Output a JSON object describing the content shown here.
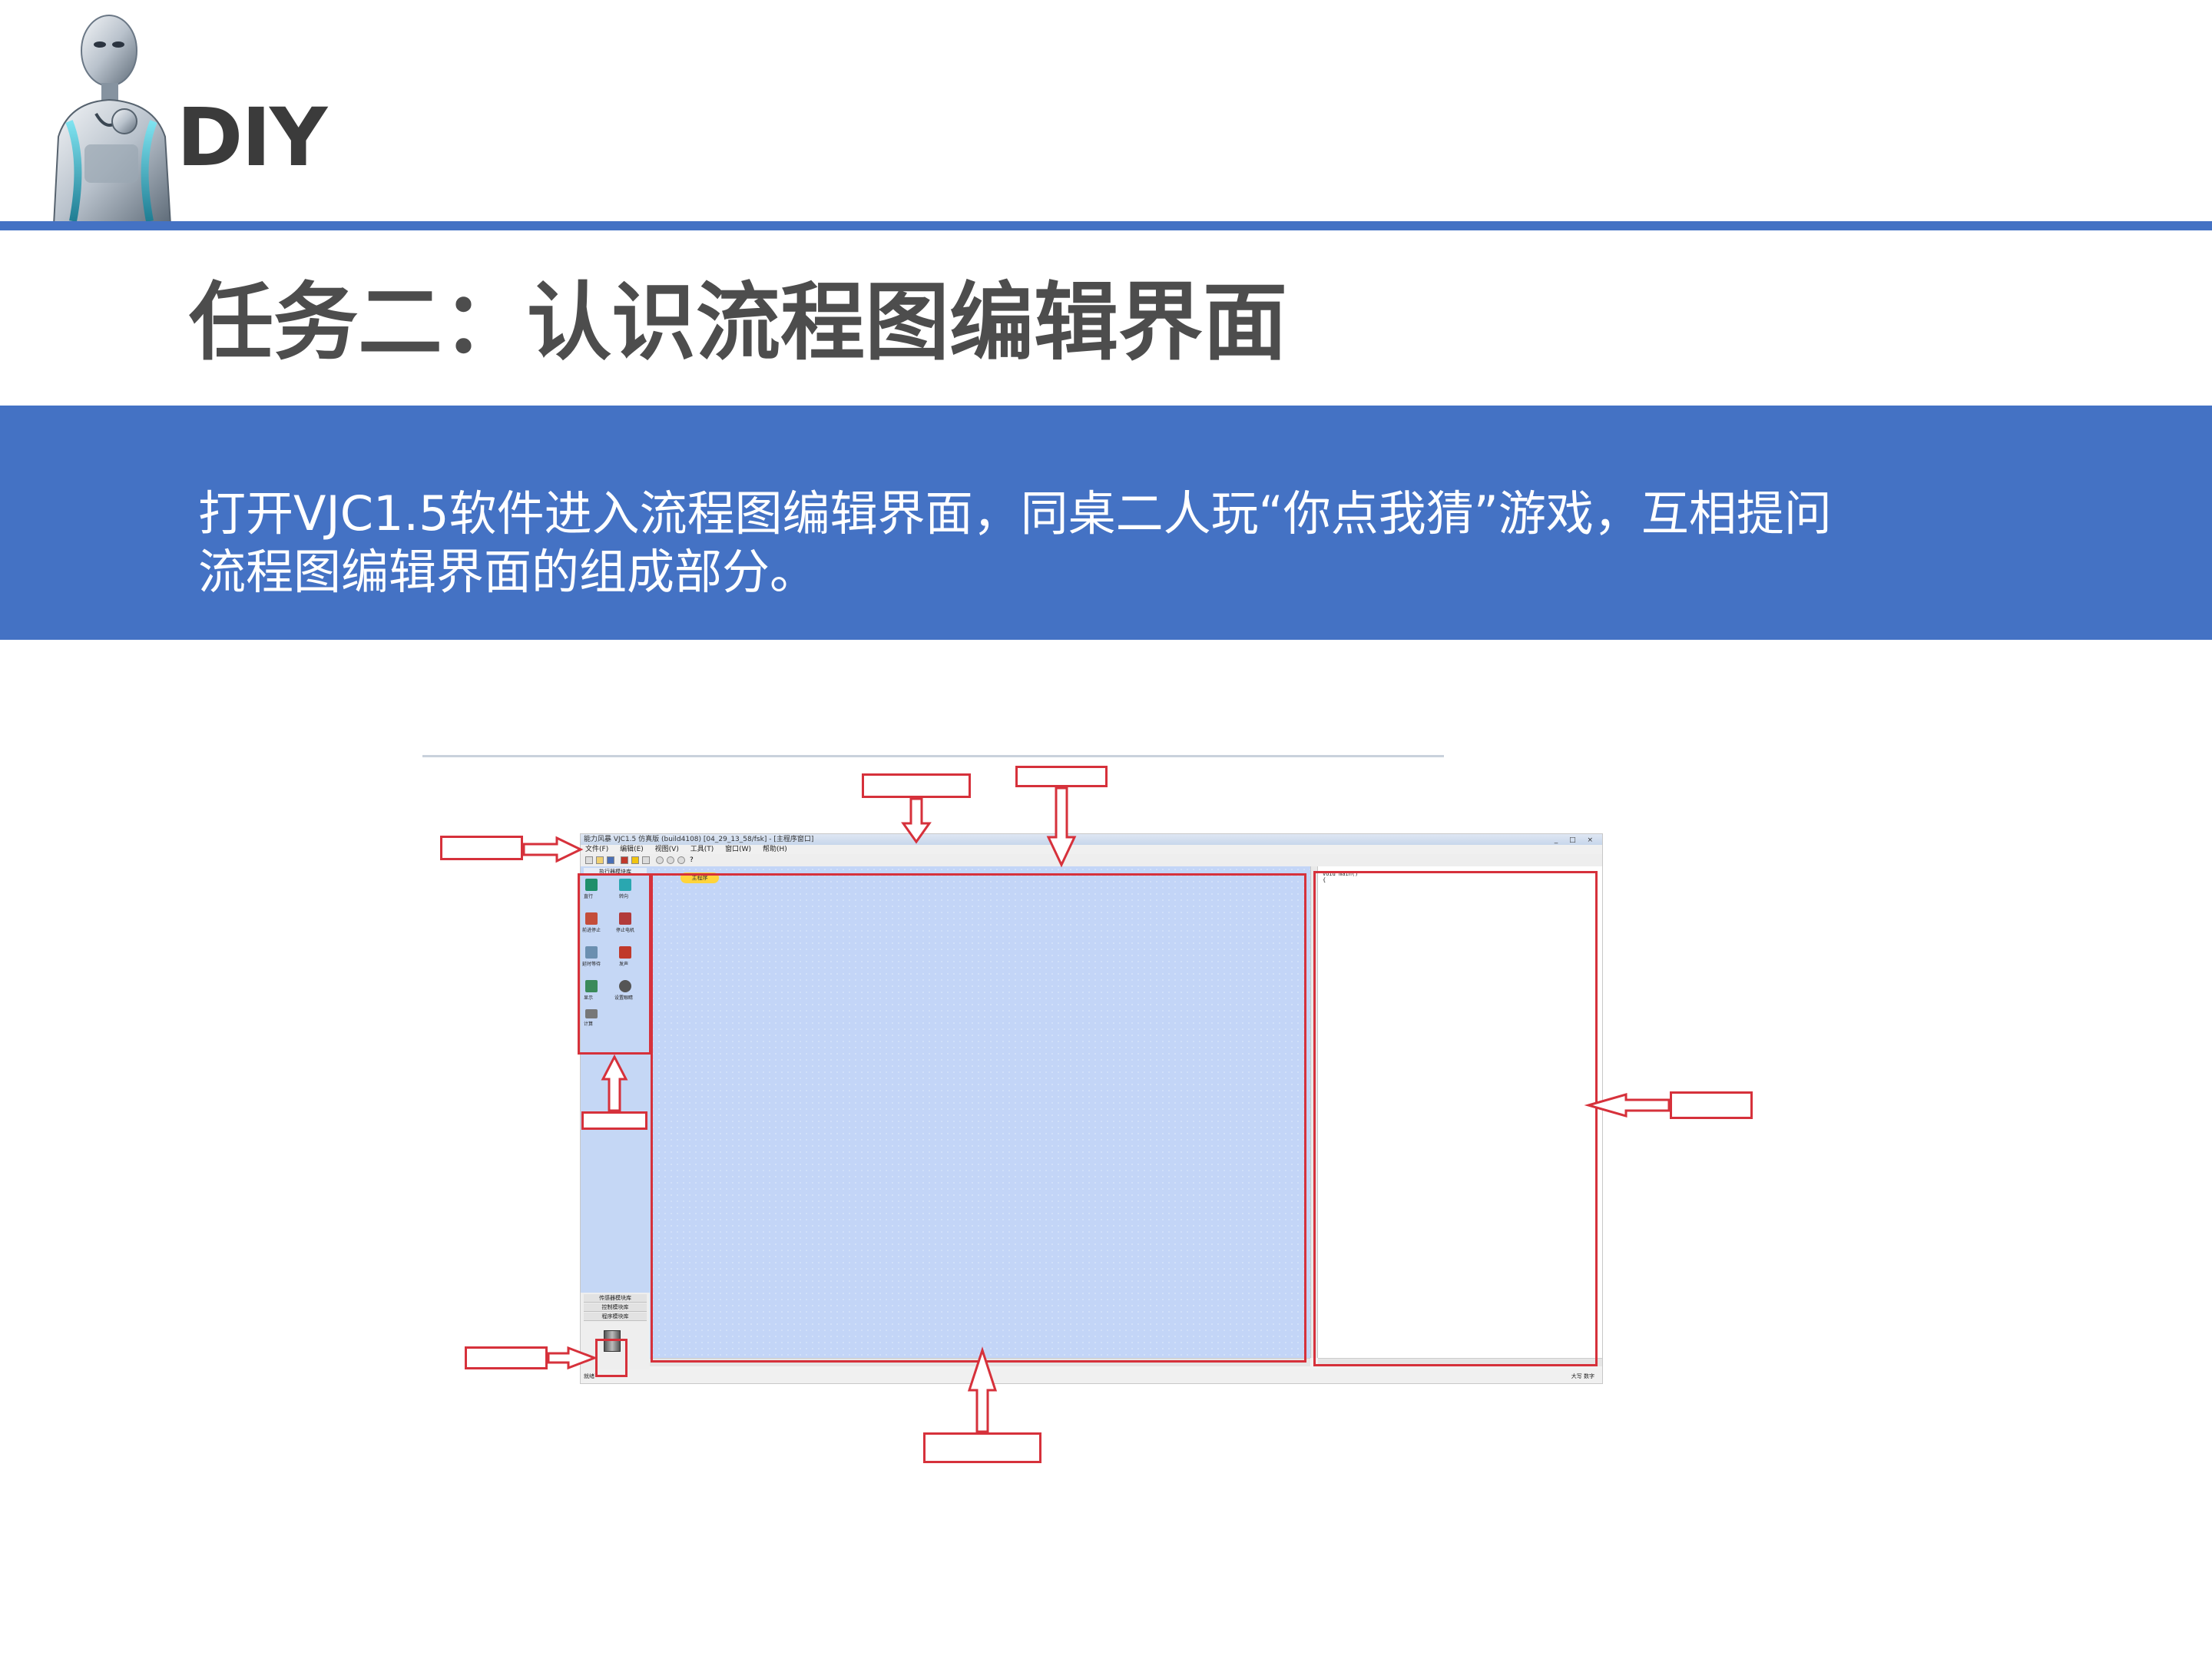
{
  "brand": {
    "logo": "robot-logo",
    "text": "DIY"
  },
  "title": "任务二：认识流程图编辑界面",
  "banner": {
    "line1": "打开VJC1.5软件进入流程图编辑界面，同桌二人玩“你点我猜”游戏，互相提问",
    "line2": "流程图编辑界面的组成部分。"
  },
  "screenshot": {
    "window_title": "能力风暴 VJC1.5 仿真版 (build4108) [04_29_13_58/fsk]  - [主程序窗口]",
    "window_controls": "_ □ ×",
    "menu": [
      "文件(F)",
      "编辑(E)",
      "视图(V)",
      "工具(T)",
      "窗口(W)",
      "帮助(H)"
    ],
    "palette_title": "执行器模块库",
    "palette_items": [
      {
        "label": "直行",
        "icon": "straight-icon",
        "color": "#1f8f6a"
      },
      {
        "label": "转向",
        "icon": "turn-icon",
        "color": "#2aa7b0"
      },
      {
        "label": "前进停止",
        "icon": "stop-icon",
        "color": "#c44d3a"
      },
      {
        "label": "停止电机",
        "icon": "motor-stop-icon",
        "color": "#b23a3a"
      },
      {
        "label": "延时等待",
        "icon": "delay-icon",
        "color": "#6b8fb0"
      },
      {
        "label": "发声",
        "icon": "sound-icon",
        "color": "#c0392b"
      },
      {
        "label": "显示",
        "icon": "display-icon",
        "color": "#3a8a5a"
      },
      {
        "label": "设置眼睛",
        "icon": "eyes-icon",
        "color": "#555555"
      },
      {
        "label": "计算",
        "icon": "calc-icon",
        "color": "#777777"
      }
    ],
    "palette_tabs": [
      "传感器模块库",
      "控制模块库",
      "程序模块库"
    ],
    "start_node": "主程序",
    "code": "void main()\n{",
    "status_left": "就绪",
    "status_right": "大写  数字"
  },
  "colors": {
    "accent": "#4472c4",
    "annotation": "#d6313b",
    "canvas": "#c3d5f7",
    "title_text": "#4d4d4d"
  }
}
